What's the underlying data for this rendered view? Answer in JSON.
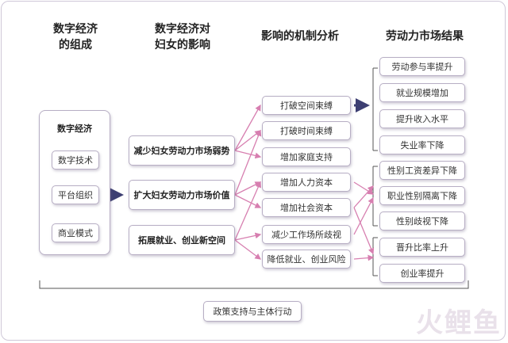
{
  "headers": {
    "col1": [
      "数字经济",
      "的组成"
    ],
    "col2": [
      "数字经济对",
      "妇女的影响"
    ],
    "col3": "影响的机制分析",
    "col4": "劳动力市场结果"
  },
  "components": {
    "title": "数字经济",
    "items": [
      "数字技术",
      "平台组织",
      "商业模式"
    ]
  },
  "impacts": [
    "减少妇女劳动力市场弱势",
    "扩大妇女劳动力市场价值",
    "拓展就业、创业新空间"
  ],
  "mechanisms": [
    "打破空间束缚",
    "打破时间束缚",
    "增加家庭支持",
    "增加人力资本",
    "增加社会资本",
    "减少工作场所歧视",
    "降低就业、创业风险"
  ],
  "outcomes": {
    "group1": [
      "劳动参与率提升",
      "就业规模增加",
      "提升收入水平",
      "失业率下降"
    ],
    "group2": [
      "性别工资差异下降",
      "职业性别隔离下降",
      "性别歧视下降"
    ],
    "group3": [
      "晋升比率上升",
      "创业率提升"
    ]
  },
  "footer": "政策支持与主体行动",
  "watermark": "火鲤鱼",
  "colors": {
    "arrow_dark": "#3d3f72",
    "link_pink": "#d77fb0",
    "border": "#b7aec4"
  }
}
